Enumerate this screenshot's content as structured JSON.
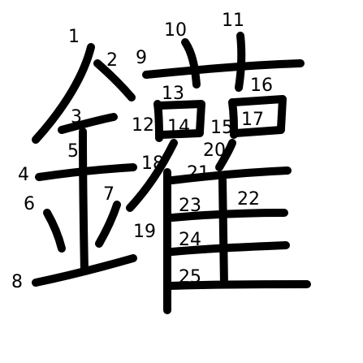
{
  "character": "鑵",
  "stroke_numbers": [
    "1",
    "2",
    "3",
    "4",
    "5",
    "6",
    "7",
    "8",
    "9",
    "10",
    "11",
    "12",
    "13",
    "14",
    "15",
    "16",
    "17",
    "18",
    "19",
    "20",
    "21",
    "22",
    "23",
    "24",
    "25"
  ],
  "colors": {
    "stroke": "#000000",
    "background": "#ffffff"
  }
}
